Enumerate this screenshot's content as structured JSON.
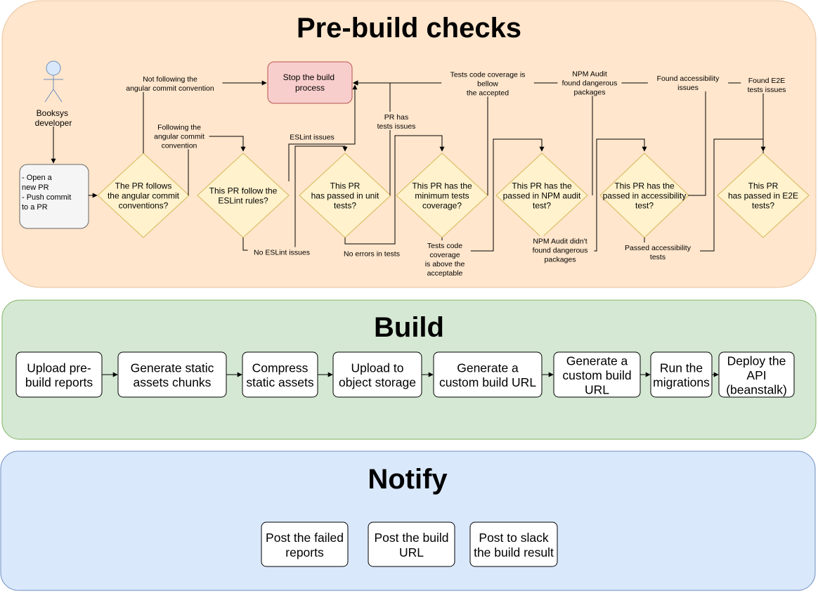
{
  "sections": {
    "prebuild": {
      "title": "Pre-build checks",
      "fill": "#ffe6cc",
      "stroke": "#e8c4a0"
    },
    "build": {
      "title": "Build",
      "fill": "#d5e8d4",
      "stroke": "#82b366"
    },
    "notify": {
      "title": "Notify",
      "fill": "#dae8fc",
      "stroke": "#6c8ebf"
    }
  },
  "actor": {
    "name": [
      "Booksys",
      "developer"
    ],
    "fill": "#dae8fc",
    "stroke": "#6c8ebf"
  },
  "start_box": {
    "lines": [
      "- Open a",
      "new PR",
      "",
      "- Push commit",
      "to a PR"
    ],
    "fill": "#f5f5f5",
    "stroke": "#666666"
  },
  "stop_box": {
    "lines": [
      "Stop the build",
      "process"
    ],
    "fill": "#f8cecc",
    "stroke": "#b85450"
  },
  "decision_style": {
    "fill": "#fff2cc",
    "stroke": "#d6b656"
  },
  "decisions": [
    {
      "id": "commit-convention",
      "lines": [
        "The PR follows",
        "the angular commit",
        "conventions?"
      ]
    },
    {
      "id": "eslint",
      "lines": [
        "This PR follow the",
        "ESLint rules?"
      ]
    },
    {
      "id": "unit-tests",
      "lines": [
        "This PR",
        "has passed in unit",
        "tests?"
      ]
    },
    {
      "id": "coverage",
      "lines": [
        "This PR has the",
        "minimum tests",
        "coverage?"
      ]
    },
    {
      "id": "npm-audit",
      "lines": [
        "This PR has the",
        "passed in NPM audit",
        "test?"
      ]
    },
    {
      "id": "accessibility",
      "lines": [
        "This PR has the",
        "passed in accessibility",
        "test?"
      ]
    },
    {
      "id": "e2e",
      "lines": [
        "This PR",
        "has passed in E2E",
        "tests?"
      ]
    }
  ],
  "edge_labels": [
    {
      "id": "not-following-convention",
      "lines": [
        "Not following the",
        "angular commit convention"
      ]
    },
    {
      "id": "following-convention",
      "lines": [
        "Following the",
        "angular commit",
        "convention"
      ]
    },
    {
      "id": "eslint-issues",
      "lines": [
        "ESLint issues"
      ]
    },
    {
      "id": "no-eslint-issues",
      "lines": [
        "No ESLint issues"
      ]
    },
    {
      "id": "pr-has-tests-issues",
      "lines": [
        "PR has",
        "tests issues"
      ]
    },
    {
      "id": "no-errors-in-tests",
      "lines": [
        "No errors in tests"
      ]
    },
    {
      "id": "coverage-below",
      "lines": [
        "Tests code coverage is",
        "bellow",
        "the accepted"
      ]
    },
    {
      "id": "coverage-above",
      "lines": [
        "Tests code",
        "coverage",
        "is above the",
        "acceptable"
      ]
    },
    {
      "id": "npm-dangerous",
      "lines": [
        "NPM Audit",
        "found dangerous",
        "packages"
      ]
    },
    {
      "id": "npm-ok",
      "lines": [
        "NPM Audit didn't",
        "found dangerous",
        "packages"
      ]
    },
    {
      "id": "accessibility-issues",
      "lines": [
        "Found accessibility",
        "issues"
      ]
    },
    {
      "id": "accessibility-passed",
      "lines": [
        "Passed accessibility",
        "tests"
      ]
    },
    {
      "id": "e2e-issues",
      "lines": [
        "Found E2E",
        "tests issues"
      ]
    }
  ],
  "build_steps": [
    {
      "id": "upload-prebuild-reports",
      "lines": [
        "Upload pre-",
        "build reports"
      ]
    },
    {
      "id": "generate-static-assets",
      "lines": [
        "Generate static",
        "assets chunks"
      ]
    },
    {
      "id": "compress-static-assets",
      "lines": [
        "Compress",
        "static assets"
      ]
    },
    {
      "id": "upload-object-storage",
      "lines": [
        "Upload to",
        "object storage"
      ]
    },
    {
      "id": "generate-custom-url-1",
      "lines": [
        "Generate a",
        "custom build URL"
      ]
    },
    {
      "id": "generate-custom-url-2",
      "lines": [
        "Generate a",
        "custom build",
        "URL"
      ]
    },
    {
      "id": "run-migrations",
      "lines": [
        "Run the",
        "migrations"
      ]
    },
    {
      "id": "deploy-api",
      "lines": [
        "Deploy the",
        "API",
        "(beanstalk)"
      ]
    }
  ],
  "notify_steps": [
    {
      "id": "post-failed-reports",
      "lines": [
        "Post the failed",
        "reports"
      ]
    },
    {
      "id": "post-build-url",
      "lines": [
        "Post the build",
        "URL"
      ]
    },
    {
      "id": "post-slack-result",
      "lines": [
        "Post to slack",
        "the build result"
      ]
    }
  ]
}
